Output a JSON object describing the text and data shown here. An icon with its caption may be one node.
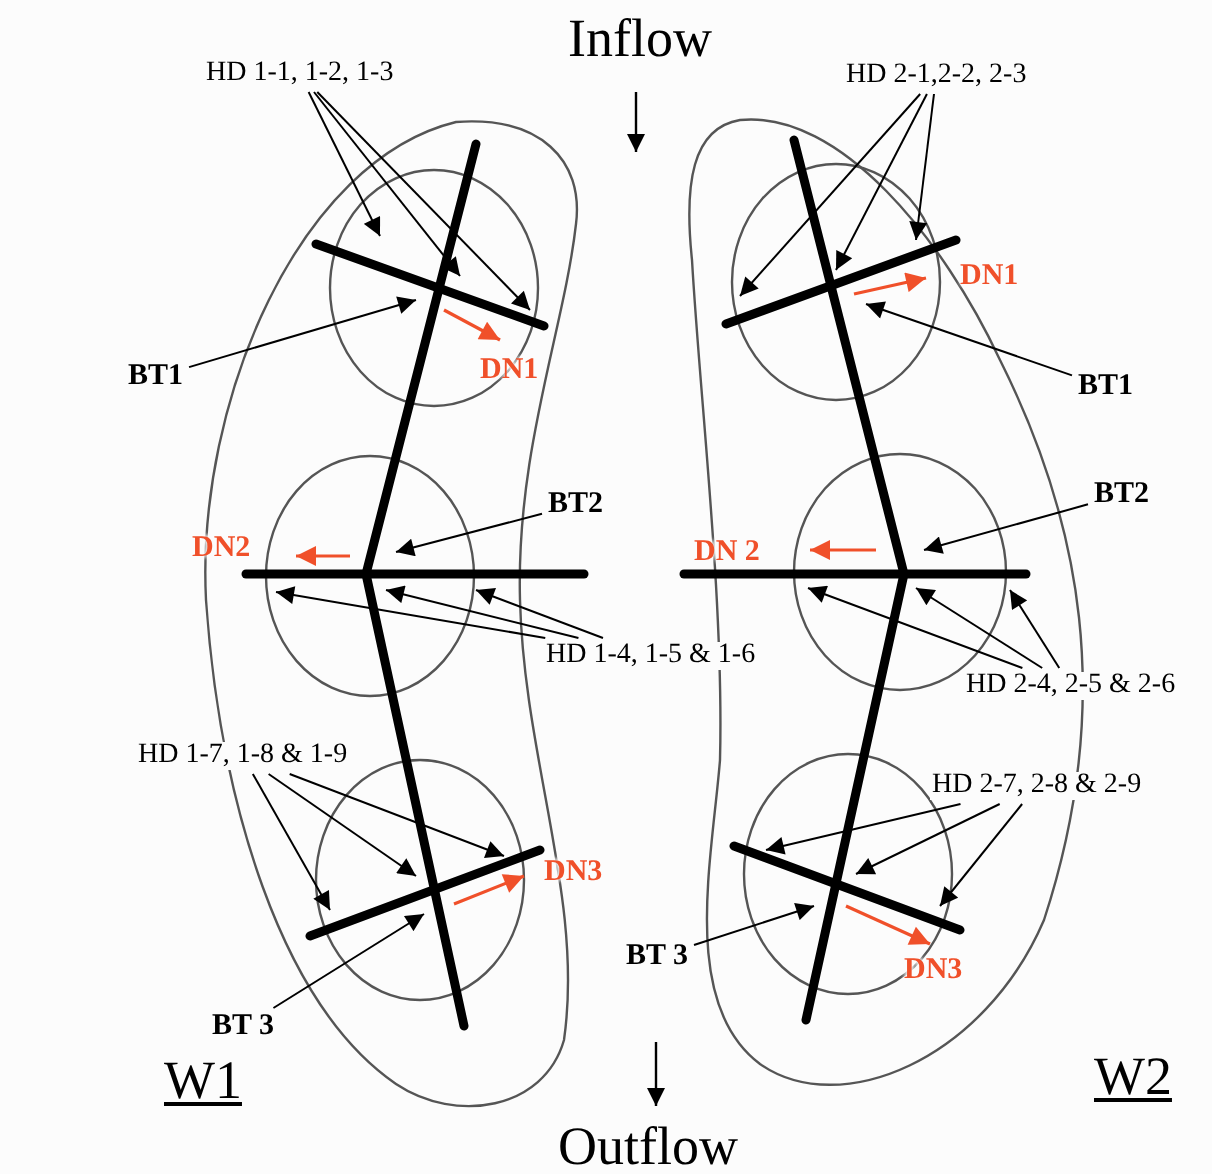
{
  "diagram": {
    "nodes": [
      {
        "text": [
          "HD 1-1, 1-2, 1-3"
        ]
      },
      {
        "text": [
          "BT1"
        ]
      },
      {
        "text": [
          "BT2"
        ]
      },
      {
        "text": [
          "HD 1-4, 1-5 & 1-6"
        ]
      },
      {
        "text": [
          "HD 1-7, 1-8 & 1-9"
        ]
      },
      {
        "text": [
          "BT 3"
        ]
      },
      {
        "text": [
          "HD 2-1,2-2, 2-3"
        ]
      },
      {
        "text": [
          "BT1"
        ]
      },
      {
        "text": [
          "BT2"
        ]
      },
      {
        "text": [
          "HD 2-4, 2-5 & 2-6"
        ]
      },
      {
        "text": [
          "HD 2-7, 2-8 & 2-9"
        ]
      },
      {
        "text": [
          "BT 3"
        ]
      }
    ],
    "edges": [
      {
        "from": 0,
        "to": null,
        "arrow": "to"
      },
      {
        "from": 0,
        "to": null,
        "arrow": "to"
      },
      {
        "from": 0,
        "to": null,
        "arrow": "to"
      },
      {
        "from": 1,
        "to": null,
        "arrow": "to"
      },
      {
        "from": 2,
        "to": null,
        "arrow": "to"
      },
      {
        "from": 3,
        "to": null,
        "arrow": "to"
      },
      {
        "from": 3,
        "to": null,
        "arrow": "to"
      },
      {
        "from": 3,
        "to": null,
        "arrow": "to"
      },
      {
        "from": 4,
        "to": null,
        "arrow": "to"
      },
      {
        "from": 4,
        "to": null,
        "arrow": "to"
      },
      {
        "from": 4,
        "to": null,
        "arrow": "to"
      },
      {
        "from": 5,
        "to": null,
        "arrow": "to"
      },
      {
        "from": 6,
        "to": null,
        "arrow": "to"
      },
      {
        "from": 6,
        "to": null,
        "arrow": "to"
      },
      {
        "from": 6,
        "to": null,
        "arrow": "to"
      },
      {
        "from": 7,
        "to": null,
        "arrow": "to"
      },
      {
        "from": 8,
        "to": null,
        "arrow": "to"
      },
      {
        "from": 9,
        "to": null,
        "arrow": "to"
      },
      {
        "from": 9,
        "to": null,
        "arrow": "to"
      },
      {
        "from": 9,
        "to": null,
        "arrow": "to"
      },
      {
        "from": 10,
        "to": null,
        "arrow": "to"
      },
      {
        "from": 10,
        "to": null,
        "arrow": "to"
      },
      {
        "from": 10,
        "to": null,
        "arrow": "to"
      },
      {
        "from": 11,
        "to": null,
        "arrow": "to"
      }
    ],
    "labels": [
      "Inflow",
      "DN1",
      "DN1",
      "DN 2",
      "DN2",
      "DN3",
      "DN3",
      "W2",
      "W1",
      "Outflow"
    ]
  }
}
